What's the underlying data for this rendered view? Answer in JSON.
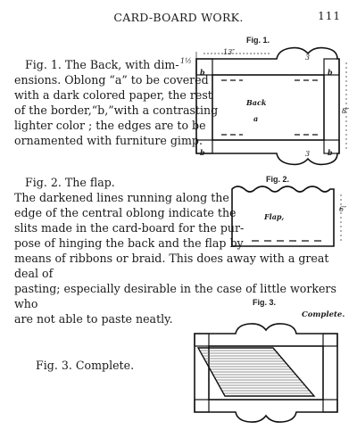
{
  "header": {
    "running_title": "CARD-BOARD WORK.",
    "page_number": "111"
  },
  "fig1": {
    "caption": "Fig. 1.",
    "lines": [
      "Fig. 1.  The Back, with dim-",
      "ensions.  Oblong “a” to be covered",
      "with a dark colored paper, the rest",
      "of the border,“b,”with a contrasting",
      "lighter color ; the edges are to be",
      "ornamented with furniture gimp."
    ],
    "labels": {
      "back": "Back",
      "a": "a",
      "b": "b",
      "width": "13″",
      "side_small": "1½",
      "height": "8″",
      "sz_top": "3",
      "sz_bottom": "3"
    }
  },
  "fig2": {
    "caption": "Fig. 2.",
    "lines": [
      "Fig. 2.   The flap.",
      "The darkened lines  running along the",
      "edge of the central oblong indicate the",
      "slits made in  the card-board for the pur-",
      "pose of hinging the back  and the flap by",
      "means of ribbons or braid.  This does away with a great deal of",
      "pasting; especially desirable in the case of little workers who",
      "are not able to paste neatly."
    ],
    "labels": {
      "flap": "Flap,",
      "side": "6″"
    }
  },
  "fig3": {
    "caption": "Fig. 3.",
    "subcaption": "Complete.",
    "text": "Fig. 3.   Complete."
  }
}
